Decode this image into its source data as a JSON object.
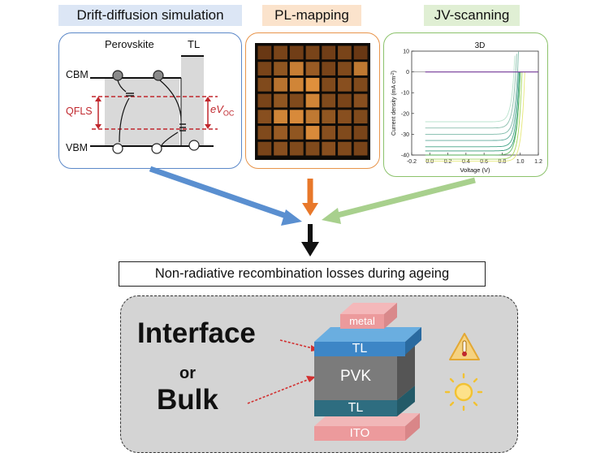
{
  "panels": {
    "drift": {
      "title": "Drift-diffusion simulation",
      "perovskite": "Perovskite",
      "tl": "TL",
      "cbm": "CBM",
      "vbm": "VBM",
      "qfls": "QFLS",
      "evoc_main": "eV",
      "evoc_sub": "OC"
    },
    "pl": {
      "title": "PL-mapping"
    },
    "jv": {
      "title": "JV-scanning",
      "chart_label": "3D",
      "ylabel": "Current density (mA cm",
      "ylabel_sup": "-2",
      "ylabel_end": ")",
      "xlabel": "Voltage (V)"
    }
  },
  "caption": "Non-radiative recombination losses during ageing",
  "bottom": {
    "interface": "Interface",
    "or": "or",
    "bulk": "Bulk",
    "layers": {
      "metal": "metal",
      "tl_top": "TL",
      "pvk": "PVK",
      "tl_bottom": "TL",
      "ito": "ITO"
    }
  },
  "colors": {
    "drift_header": "#dce6f5",
    "drift_border": "#5b88c8",
    "pl_header": "#fbe3cc",
    "pl_border": "#e8944a",
    "jv_header": "#e0efd4",
    "jv_border": "#8cc26b",
    "arrow_blue": "#5a8fd0",
    "arrow_orange": "#e8782a",
    "arrow_green": "#a8d08d",
    "metal": "#ec9a9c",
    "tl_top": "#3d86c6",
    "pvk": "#7b7b7b",
    "tl_bottom": "#2e6d80",
    "ito": "#ec9a9c"
  },
  "chart_data": {
    "type": "line",
    "title": "3D",
    "xlabel": "Voltage (V)",
    "ylabel": "Current density (mA cm-2)",
    "xlim": [
      -0.2,
      1.2
    ],
    "ylim": [
      -40,
      10
    ],
    "xticks": [
      -0.2,
      0.0,
      0.2,
      0.4,
      0.6,
      0.8,
      1.0,
      1.2
    ],
    "yticks": [
      10,
      0,
      -10,
      -20,
      -30,
      -40
    ],
    "series": [
      {
        "color": "#7fb8a4",
        "jsc": -27,
        "voc": 0.95
      },
      {
        "color": "#6fb2a0",
        "jsc": -30,
        "voc": 0.97
      },
      {
        "color": "#4fa292",
        "jsc": -33,
        "voc": 0.98
      },
      {
        "color": "#2f9a7a",
        "jsc": -36,
        "voc": 0.99
      },
      {
        "color": "#1e8e68",
        "jsc": -38,
        "voc": 1.0
      },
      {
        "color": "#52b552",
        "jsc": -40,
        "voc": 1.0
      },
      {
        "color": "#9bd24a",
        "jsc": -42,
        "voc": 1.02
      },
      {
        "color": "#e3e56a",
        "jsc": -43,
        "voc": 1.05
      },
      {
        "color": "#b3e0c9",
        "jsc": -24,
        "voc": 0.93
      },
      {
        "color": "#7b3fa0",
        "jsc": 0,
        "voc": 1.2
      }
    ]
  }
}
